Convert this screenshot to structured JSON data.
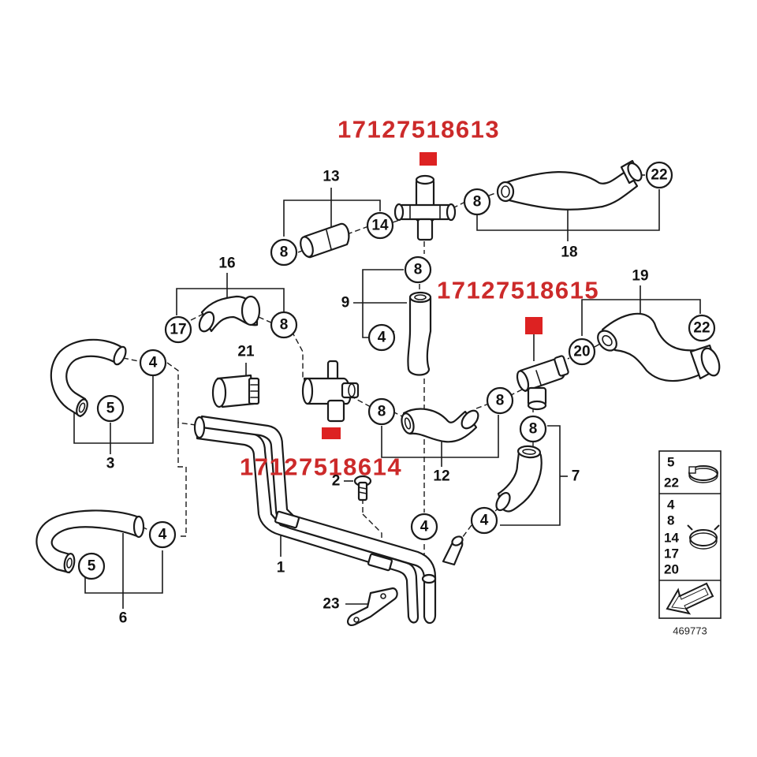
{
  "part_numbers": {
    "pn_top": "17127518613",
    "pn_right": "17127518615",
    "pn_left": "17127518614"
  },
  "marker_color": "#dd2222",
  "label_color": "#cc2a2a",
  "callouts": {
    "c22a": "22",
    "c8a": "8",
    "c14": "14",
    "c8b": "8",
    "c8c": "8",
    "c4a": "4",
    "c17": "17",
    "c8d": "8",
    "c22b": "22",
    "c20": "20",
    "c4b": "4",
    "c5a": "5",
    "c8e": "8",
    "c8f": "8",
    "c8g": "8",
    "c4c": "4",
    "c4d": "4",
    "c4e": "4",
    "c5b": "5"
  },
  "labels": {
    "l13": "13",
    "l18": "18",
    "l16": "16",
    "l9": "9",
    "l19": "19",
    "l21": "21",
    "l3": "3",
    "l12": "12",
    "l7": "7",
    "l2": "2",
    "l1": "1",
    "l6": "6",
    "l23": "23"
  },
  "legend": {
    "group1": [
      "5",
      "22"
    ],
    "group2": [
      "4",
      "8",
      "14",
      "17",
      "20"
    ],
    "arrow": "direction-arrow-icon"
  },
  "reference_number": "469773"
}
